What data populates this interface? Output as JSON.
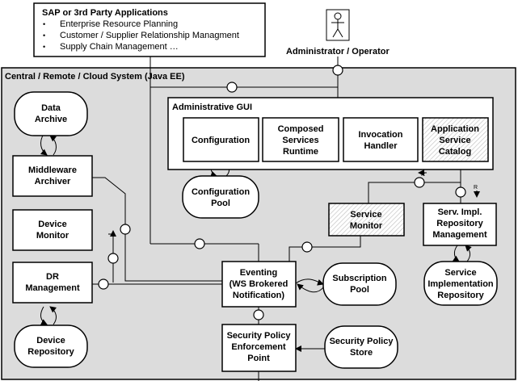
{
  "sap_box": {
    "title": "SAP or 3rd Party Applications",
    "items": [
      "Enterprise Resource Planning",
      "Customer / Supplier Relationship Managment",
      "Supply Chain Management …"
    ]
  },
  "actor_label": "Administrator / Operator",
  "system_label": "Central / Remote / Cloud System (Java EE)",
  "admin_gui": {
    "title": "Administrative GUI",
    "configuration": "Configuration",
    "composed": [
      "Composed",
      "Services",
      "Runtime"
    ],
    "invocation": [
      "Invocation",
      "Handler"
    ],
    "catalog": [
      "Application",
      "Service",
      "Catalog"
    ]
  },
  "nodes": {
    "data_archive": [
      "Data",
      "Archive"
    ],
    "middleware_archiver": [
      "Middleware",
      "Archiver"
    ],
    "device_monitor": [
      "Device",
      "Monitor"
    ],
    "dr_management": [
      "DR",
      "Management"
    ],
    "device_repository": [
      "Device",
      "Repository"
    ],
    "configuration_pool": [
      "Configuration",
      "Pool"
    ],
    "service_monitor": [
      "Service",
      "Monitor"
    ],
    "serv_impl_repo_mgmt": [
      "Serv. Impl.",
      "Repository",
      "Management"
    ],
    "service_impl_repository": [
      "Service",
      "Implementation",
      "Repository"
    ],
    "eventing": [
      "Eventing",
      "(WS Brokered",
      "Notification)"
    ],
    "subscription_pool": [
      "Subscription",
      "Pool"
    ],
    "security_policy_point": [
      "Security Policy",
      "Enforcement",
      "Point"
    ],
    "security_policy_store": [
      "Security Policy",
      "Store"
    ]
  },
  "r_label": "R"
}
